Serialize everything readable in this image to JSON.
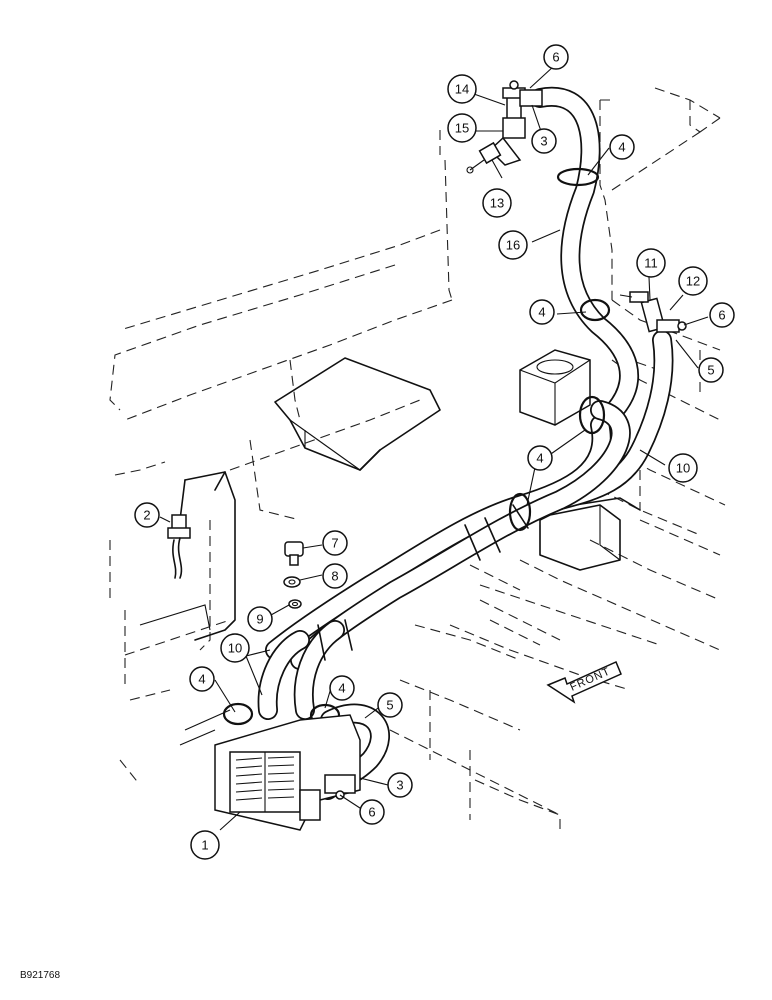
{
  "callouts": [
    {
      "id": "callout-1",
      "number": "1"
    },
    {
      "id": "callout-2",
      "number": "2"
    },
    {
      "id": "callout-3-top",
      "number": "3"
    },
    {
      "id": "callout-3-bottom",
      "number": "3"
    },
    {
      "id": "callout-4-top",
      "number": "4"
    },
    {
      "id": "callout-4-mid",
      "number": "4"
    },
    {
      "id": "callout-4-center",
      "number": "4"
    },
    {
      "id": "callout-4-left",
      "number": "4"
    },
    {
      "id": "callout-4-low",
      "number": "4"
    },
    {
      "id": "callout-5-right",
      "number": "5"
    },
    {
      "id": "callout-5-left",
      "number": "5"
    },
    {
      "id": "callout-6-top",
      "number": "6"
    },
    {
      "id": "callout-6-right",
      "number": "6"
    },
    {
      "id": "callout-6-bottom",
      "number": "6"
    },
    {
      "id": "callout-7",
      "number": "7"
    },
    {
      "id": "callout-8",
      "number": "8"
    },
    {
      "id": "callout-9",
      "number": "9"
    },
    {
      "id": "callout-10-right",
      "number": "10"
    },
    {
      "id": "callout-10-left",
      "number": "10"
    },
    {
      "id": "callout-11",
      "number": "11"
    },
    {
      "id": "callout-12",
      "number": "12"
    },
    {
      "id": "callout-13",
      "number": "13"
    },
    {
      "id": "callout-14",
      "number": "14"
    },
    {
      "id": "callout-15",
      "number": "15"
    },
    {
      "id": "callout-16",
      "number": "16"
    }
  ],
  "front_arrow_label": "FRONT",
  "document_id": "B921768"
}
